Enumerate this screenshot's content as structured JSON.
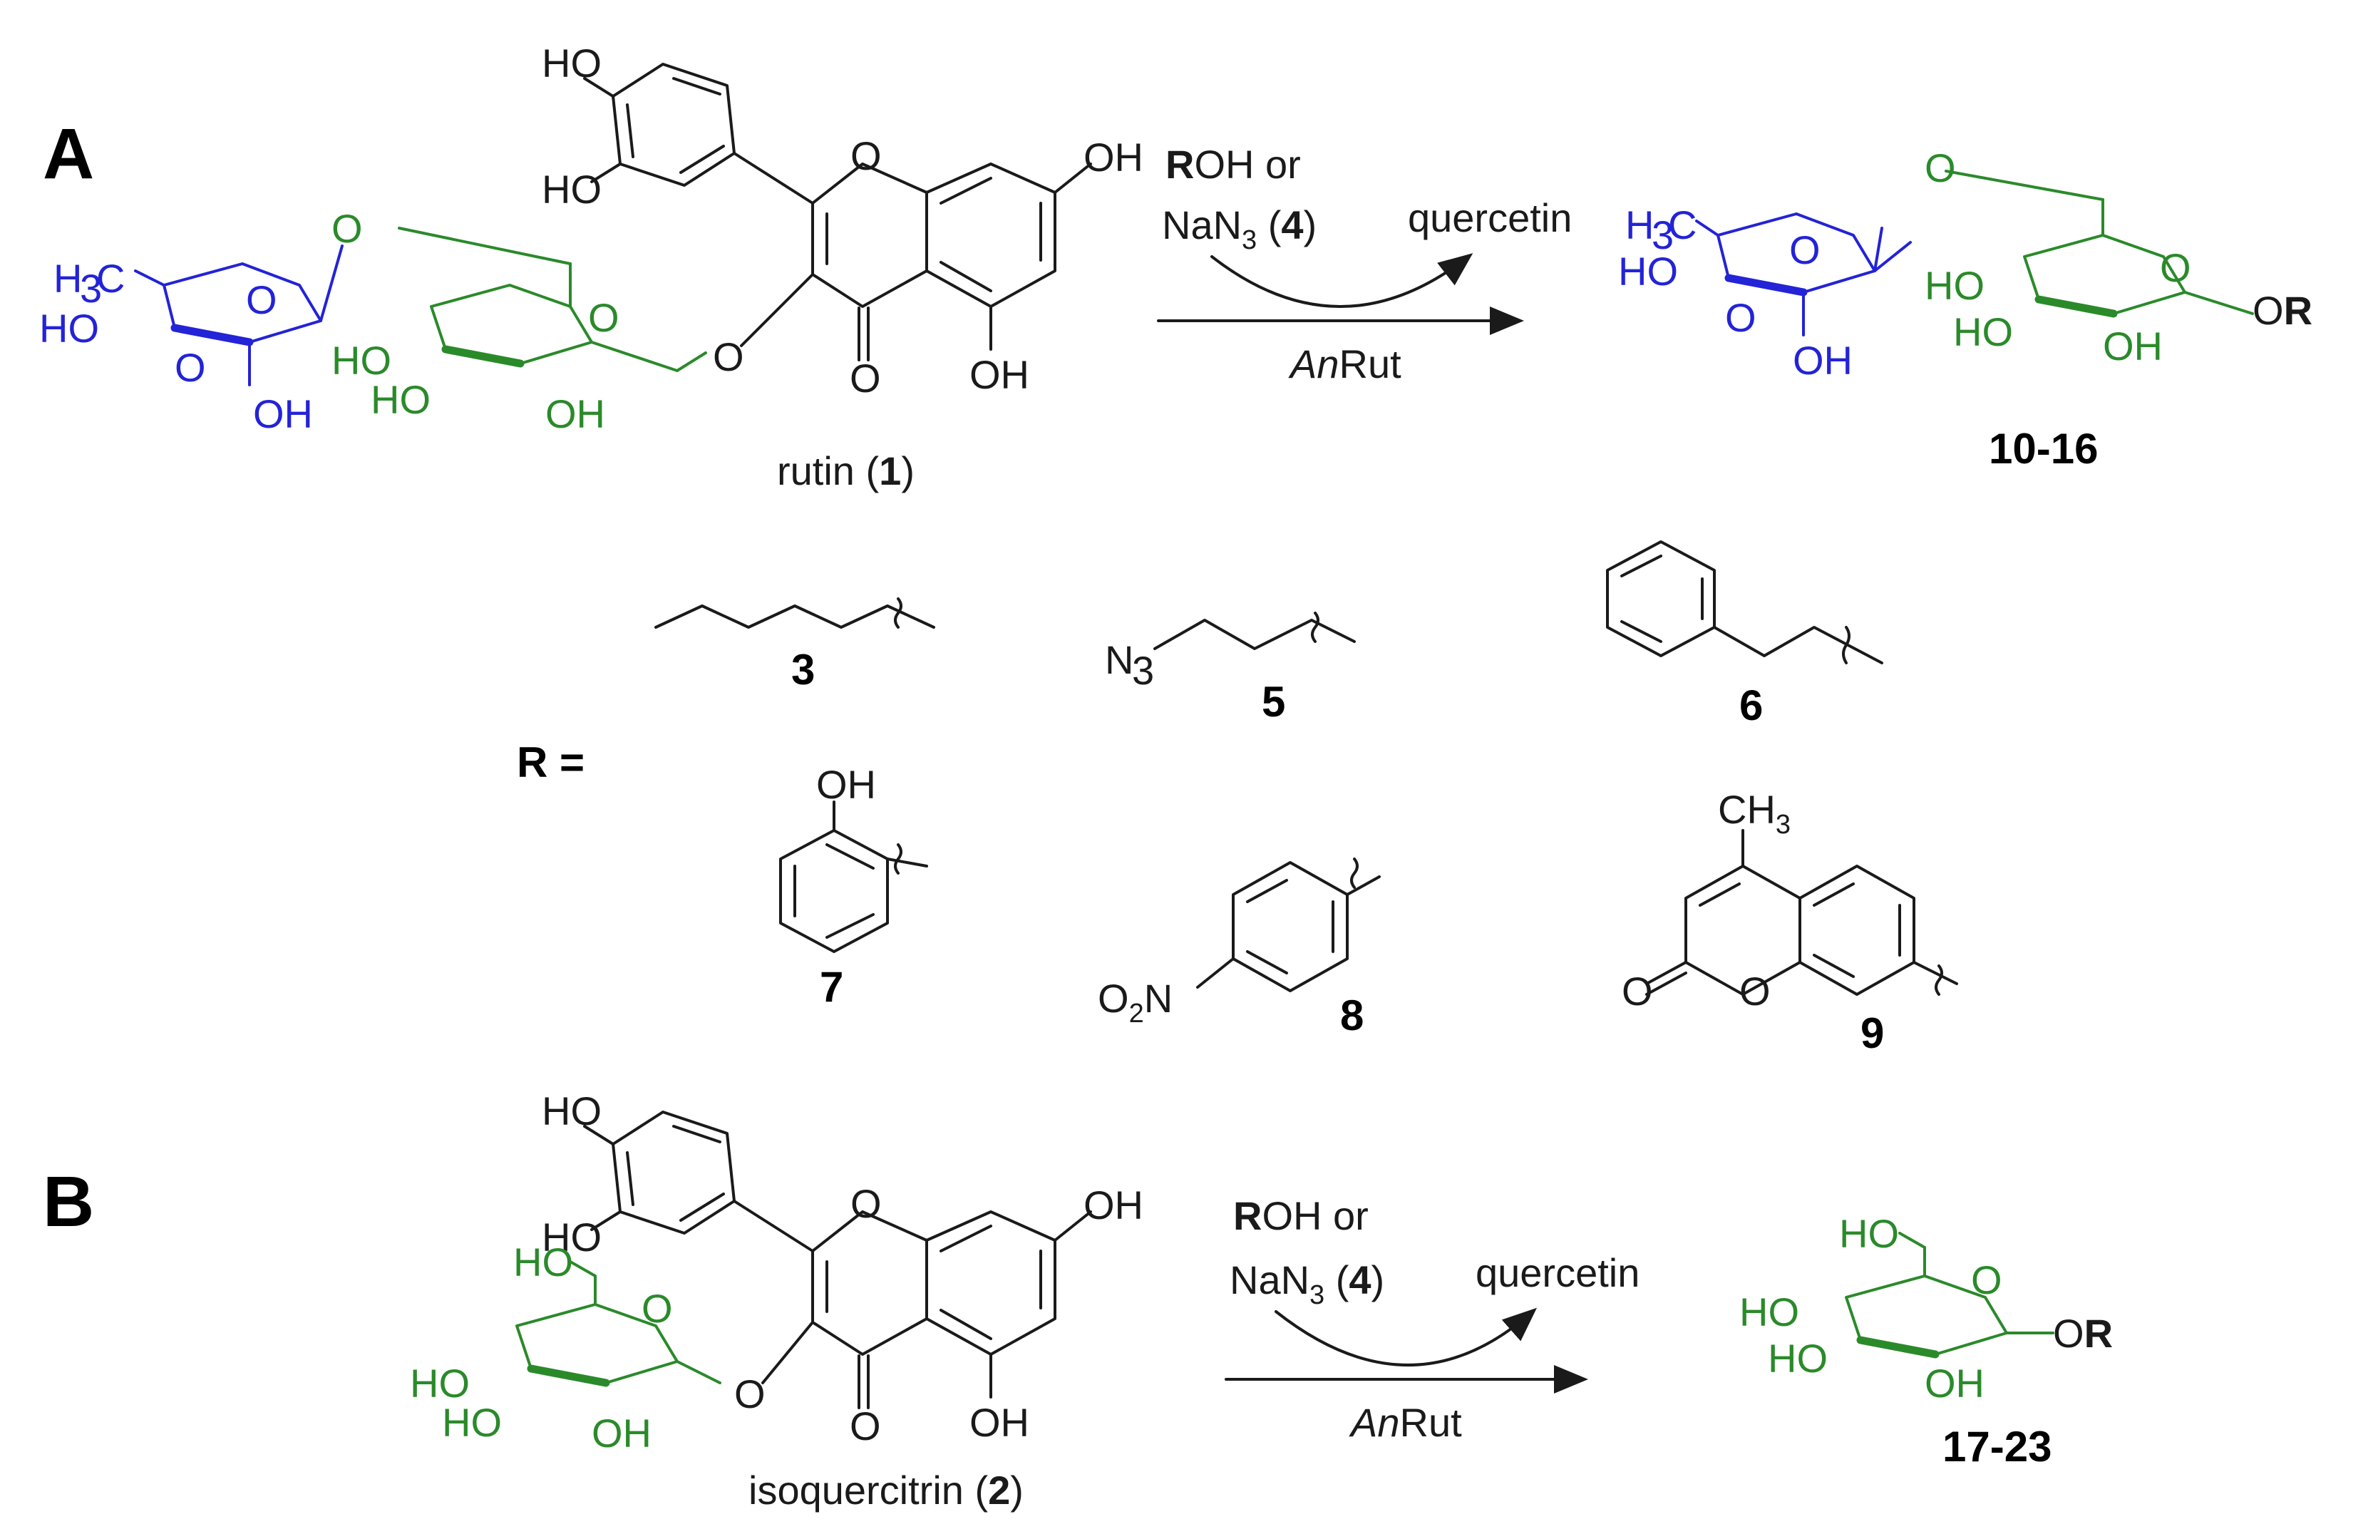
{
  "panels": {
    "a": "A",
    "b": "B"
  },
  "reactionA": {
    "reagent_line1_bold": "R",
    "reagent_line1_rest": "OH or",
    "reagent_line2_prefix": "NaN",
    "reagent_line2_sub": "3",
    "reagent_line2_num": "4",
    "byproduct": "quercetin",
    "enzyme_italic": "An",
    "enzyme_rest": "Rut",
    "substrate_name": "rutin",
    "substrate_num": "1",
    "product_range": "10-16"
  },
  "reactionB": {
    "reagent_line1_bold": "R",
    "reagent_line1_rest": "OH or",
    "reagent_line2_prefix": "NaN",
    "reagent_line2_sub": "3",
    "reagent_line2_num": "4",
    "byproduct": "quercetin",
    "enzyme_italic": "An",
    "enzyme_rest": "Rut",
    "substrate_name": "isoquercitrin",
    "substrate_num": "2",
    "product_range": "17-23"
  },
  "r_groups": {
    "label": "R =",
    "items": [
      {
        "num": "3"
      },
      {
        "num": "5",
        "group": "N",
        "group_sub": "3"
      },
      {
        "num": "6"
      },
      {
        "num": "7",
        "group": "OH"
      },
      {
        "num": "8",
        "group_prefix": "O",
        "group_sub": "2",
        "group_suffix": "N"
      },
      {
        "num": "9",
        "group": "CH",
        "group_sub": "3"
      }
    ]
  },
  "atoms": {
    "ho": "HO",
    "oh": "OH",
    "o": "O",
    "h3c_h": "H",
    "h3c_3": "3",
    "h3c_c": "C",
    "or_o": "O",
    "or_r": "R"
  },
  "colors": {
    "rhamnose": "#2323d8",
    "glucose": "#2a8a2a",
    "aglycone": "#1a1a1a"
  }
}
